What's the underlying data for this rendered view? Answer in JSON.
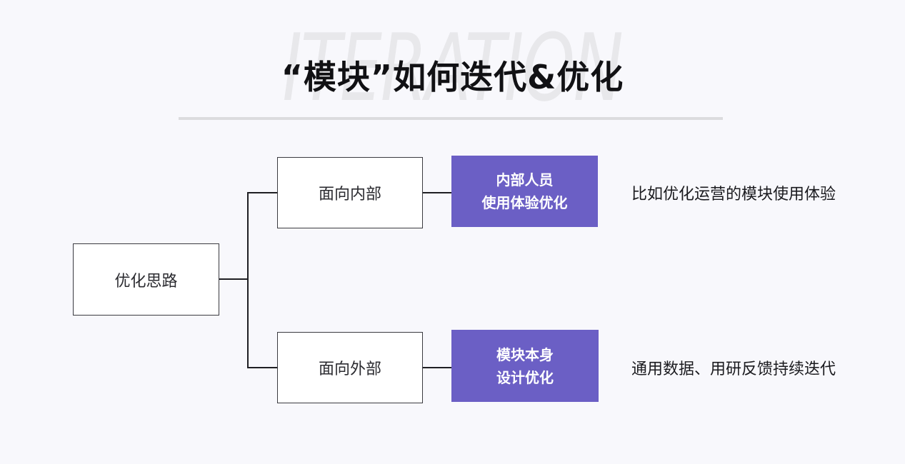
{
  "slide": {
    "watermark": "ITERATION",
    "title": "“模块”如何迭代&优化"
  },
  "flowchart": {
    "root_label": "优化思路",
    "branches": [
      {
        "node_label": "面向内部",
        "result_line1": "内部人员",
        "result_line2": "使用体验优化",
        "note": "比如优化运营的模块使用体验"
      },
      {
        "node_label": "面向外部",
        "result_line1": "模块本身",
        "result_line2": "设计优化",
        "note": "通用数据、用研反馈持续迭代"
      }
    ]
  },
  "colors": {
    "background": "#F8F8FC",
    "accent_purple": "#6B5FC5",
    "connector_line": "#1F1F23",
    "watermark_gray": "#E8E8EB",
    "divider_gray": "#DCDCDE"
  }
}
